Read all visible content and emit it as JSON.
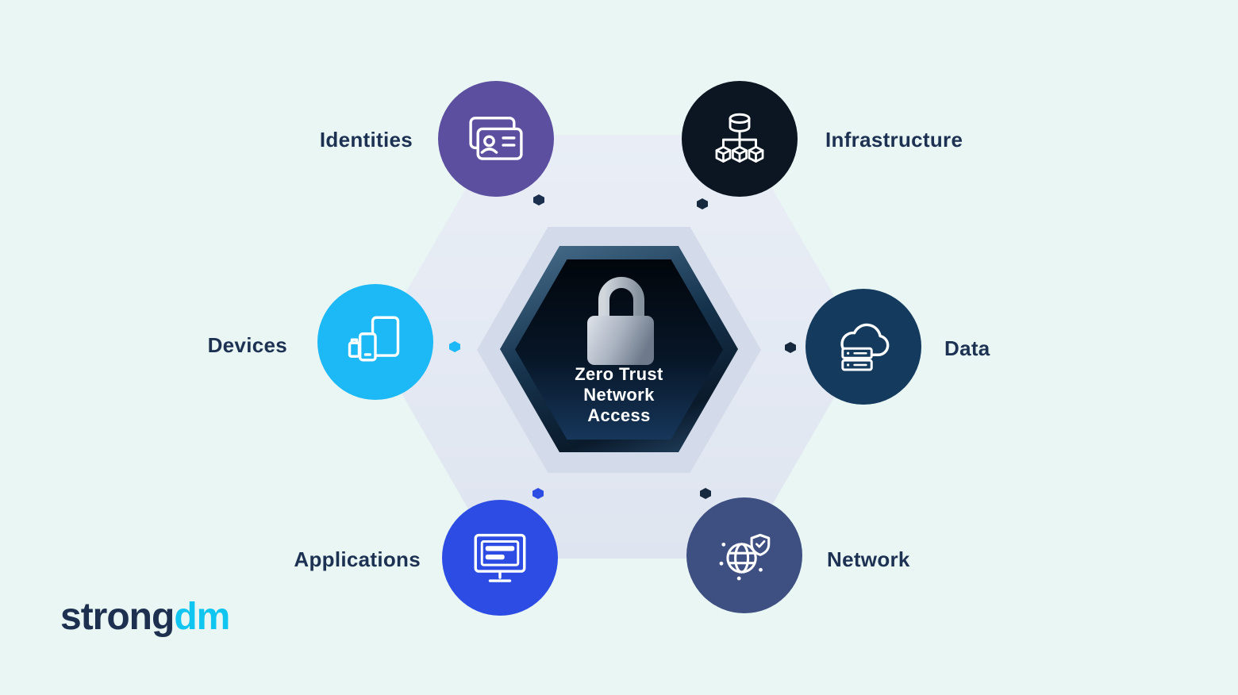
{
  "colors": {
    "background": "#e9f6f4",
    "outer_hexagon": "#e3e9f2",
    "halo_hexagon": "#d3dae9",
    "center_hexagon_dark": "#050e1a",
    "label_text": "#1d3253",
    "center_text": "#ffffff",
    "logo_navy": "#1d3050",
    "logo_cyan": "#10c5ef"
  },
  "center": {
    "title": "Zero Trust\nNetwork\nAccess",
    "icon": "padlock-icon"
  },
  "nodes": [
    {
      "id": "identities",
      "label": "Identities",
      "color": "#5d4f9f",
      "icon": "id-card-icon",
      "label_side": "left"
    },
    {
      "id": "infrastructure",
      "label": "Infrastructure",
      "color": "#0b1622",
      "icon": "infrastructure-icon",
      "label_side": "right"
    },
    {
      "id": "devices",
      "label": "Devices",
      "color": "#1cb9f6",
      "icon": "devices-icon",
      "label_side": "left"
    },
    {
      "id": "data",
      "label": "Data",
      "color": "#143a5e",
      "icon": "data-cloud-icon",
      "label_side": "right"
    },
    {
      "id": "applications",
      "label": "Applications",
      "color": "#2d4ce3",
      "icon": "applications-icon",
      "label_side": "left"
    },
    {
      "id": "network",
      "label": "Network",
      "color": "#3e4f82",
      "icon": "network-shield-icon",
      "label_side": "right"
    }
  ],
  "dots": [
    {
      "position": "top-left",
      "color": "#1b2f4e"
    },
    {
      "position": "top-right",
      "color": "#16293e"
    },
    {
      "position": "left",
      "color": "#1cb9f6"
    },
    {
      "position": "right",
      "color": "#16293e"
    },
    {
      "position": "bottom-left",
      "color": "#2d4ce3"
    },
    {
      "position": "bottom-right",
      "color": "#16293e"
    }
  ],
  "logo": {
    "part1": "strong",
    "part2": "dm"
  }
}
